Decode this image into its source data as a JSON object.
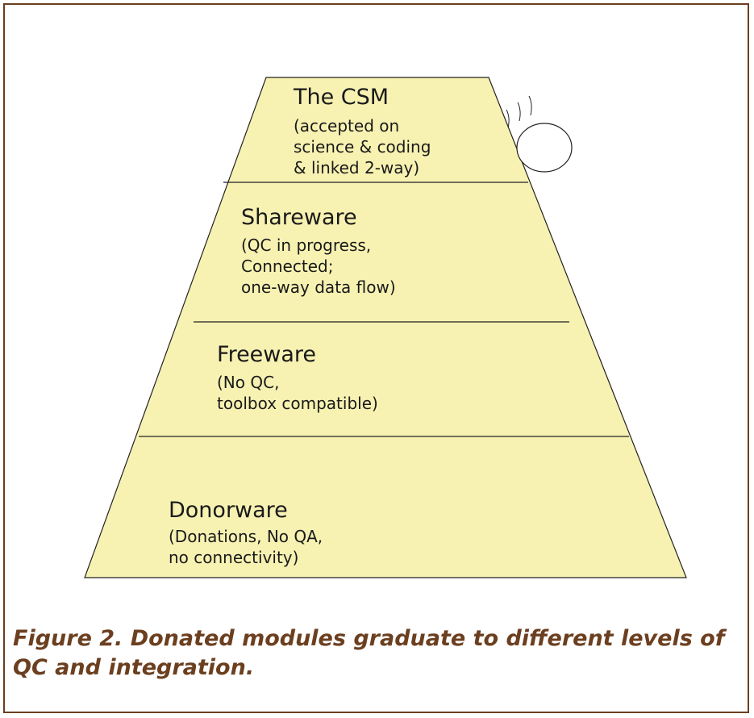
{
  "colors": {
    "frame": "#6b3f1f",
    "pyramid_fill": "#f7f2b2",
    "caption": "#6b3f1f",
    "line": "#222222"
  },
  "levels": [
    {
      "title": "The CSM",
      "desc": [
        "(accepted on",
        "science & coding",
        "& linked 2-way)"
      ]
    },
    {
      "title": "Shareware",
      "desc": [
        "(QC in progress,",
        "Connected;",
        "one-way data flow)"
      ]
    },
    {
      "title": "Freeware",
      "desc": [
        "(No QC,",
        "toolbox compatible)"
      ]
    },
    {
      "title": "Donorware",
      "desc": [
        "(Donations, No QA,",
        "no connectivity)"
      ]
    }
  ],
  "ball_icon": "falling-ball-icon",
  "caption": {
    "text": "Figure 2. Donated modules graduate to different levels of QC and integration."
  }
}
